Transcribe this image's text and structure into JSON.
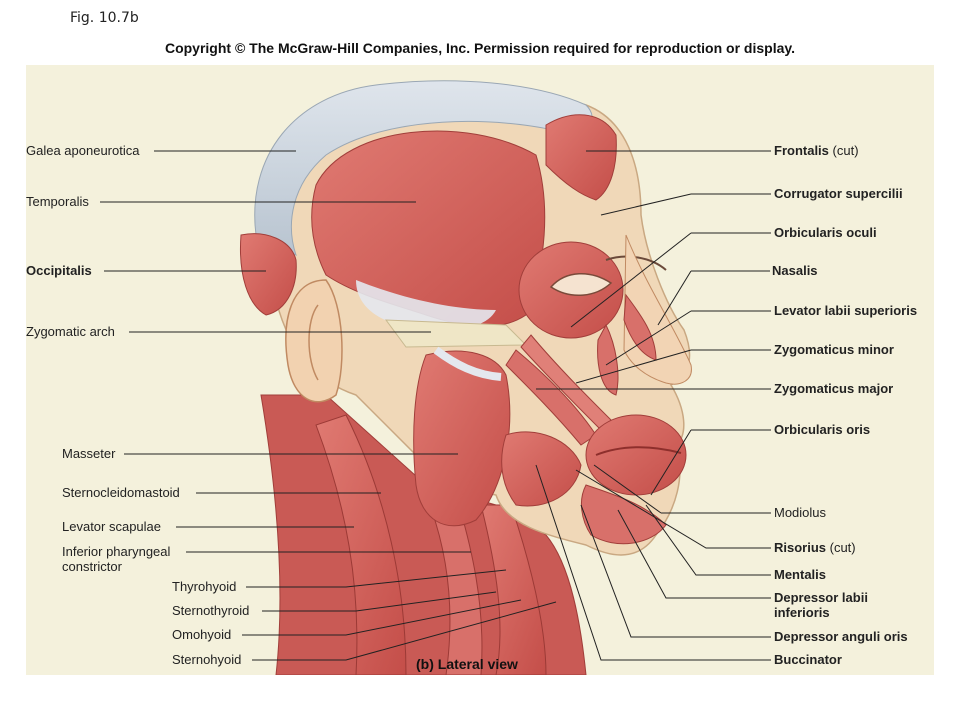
{
  "figure_number": "Fig. 10.7b",
  "copyright": "Copyright © The McGraw-Hill Companies, Inc. Permission required for reproduction or display.",
  "caption": "(b) Lateral view",
  "left_labels": [
    {
      "id": "galea",
      "text": "Galea aponeurotica"
    },
    {
      "id": "temporalis",
      "text": "Temporalis"
    },
    {
      "id": "occipitalis",
      "text": "Occipitalis"
    },
    {
      "id": "zygomatic-arch",
      "text": "Zygomatic arch"
    },
    {
      "id": "masseter",
      "text": "Masseter"
    },
    {
      "id": "sternocleidomastoid",
      "text": "Sternocleidomastoid"
    },
    {
      "id": "levator-scapulae",
      "text": "Levator scapulae"
    },
    {
      "id": "inferior-pharyngeal",
      "text": "Inferior pharyngeal\nconstrictor"
    },
    {
      "id": "thyrohyoid",
      "text": "Thyrohyoid"
    },
    {
      "id": "sternothyroid",
      "text": "Sternothyroid"
    },
    {
      "id": "omohyoid",
      "text": "Omohyoid"
    },
    {
      "id": "sternohyoid",
      "text": "Sternohyoid"
    }
  ],
  "right_labels": [
    {
      "id": "frontalis",
      "text": "Frontalis",
      "suffix": " (cut)"
    },
    {
      "id": "corrugator",
      "text": "Corrugator supercilii",
      "suffix": ""
    },
    {
      "id": "orbicularis-oculi",
      "text": "Orbicularis oculi",
      "suffix": ""
    },
    {
      "id": "nasalis",
      "text": "Nasalis",
      "suffix": ""
    },
    {
      "id": "levator-labii",
      "text": "Levator labii superioris",
      "suffix": ""
    },
    {
      "id": "zygomaticus-minor",
      "text": "Zygomaticus minor",
      "suffix": ""
    },
    {
      "id": "zygomaticus-major",
      "text": "Zygomaticus major",
      "suffix": ""
    },
    {
      "id": "orbicularis-oris",
      "text": "Orbicularis oris",
      "suffix": ""
    },
    {
      "id": "modiolus",
      "text": "Modiolus",
      "suffix": ""
    },
    {
      "id": "risorius",
      "text": "Risorius",
      "suffix": " (cut)"
    },
    {
      "id": "mentalis",
      "text": "Mentalis",
      "suffix": ""
    },
    {
      "id": "depressor-labii",
      "text": "Depressor labii\ninferioris",
      "suffix": ""
    },
    {
      "id": "depressor-anguli",
      "text": "Depressor anguli oris",
      "suffix": ""
    },
    {
      "id": "buccinator",
      "text": "Buccinator",
      "suffix": ""
    }
  ],
  "colors": {
    "panel": "#f4f1dc",
    "muscle": "#d9645f",
    "muscle_dark": "#b8403d",
    "muscle_light": "#ec9a8f",
    "tendon": "#c9d2dc",
    "skin": "#f0d8b8",
    "bone": "#efe6c6",
    "leader": "#222222"
  }
}
